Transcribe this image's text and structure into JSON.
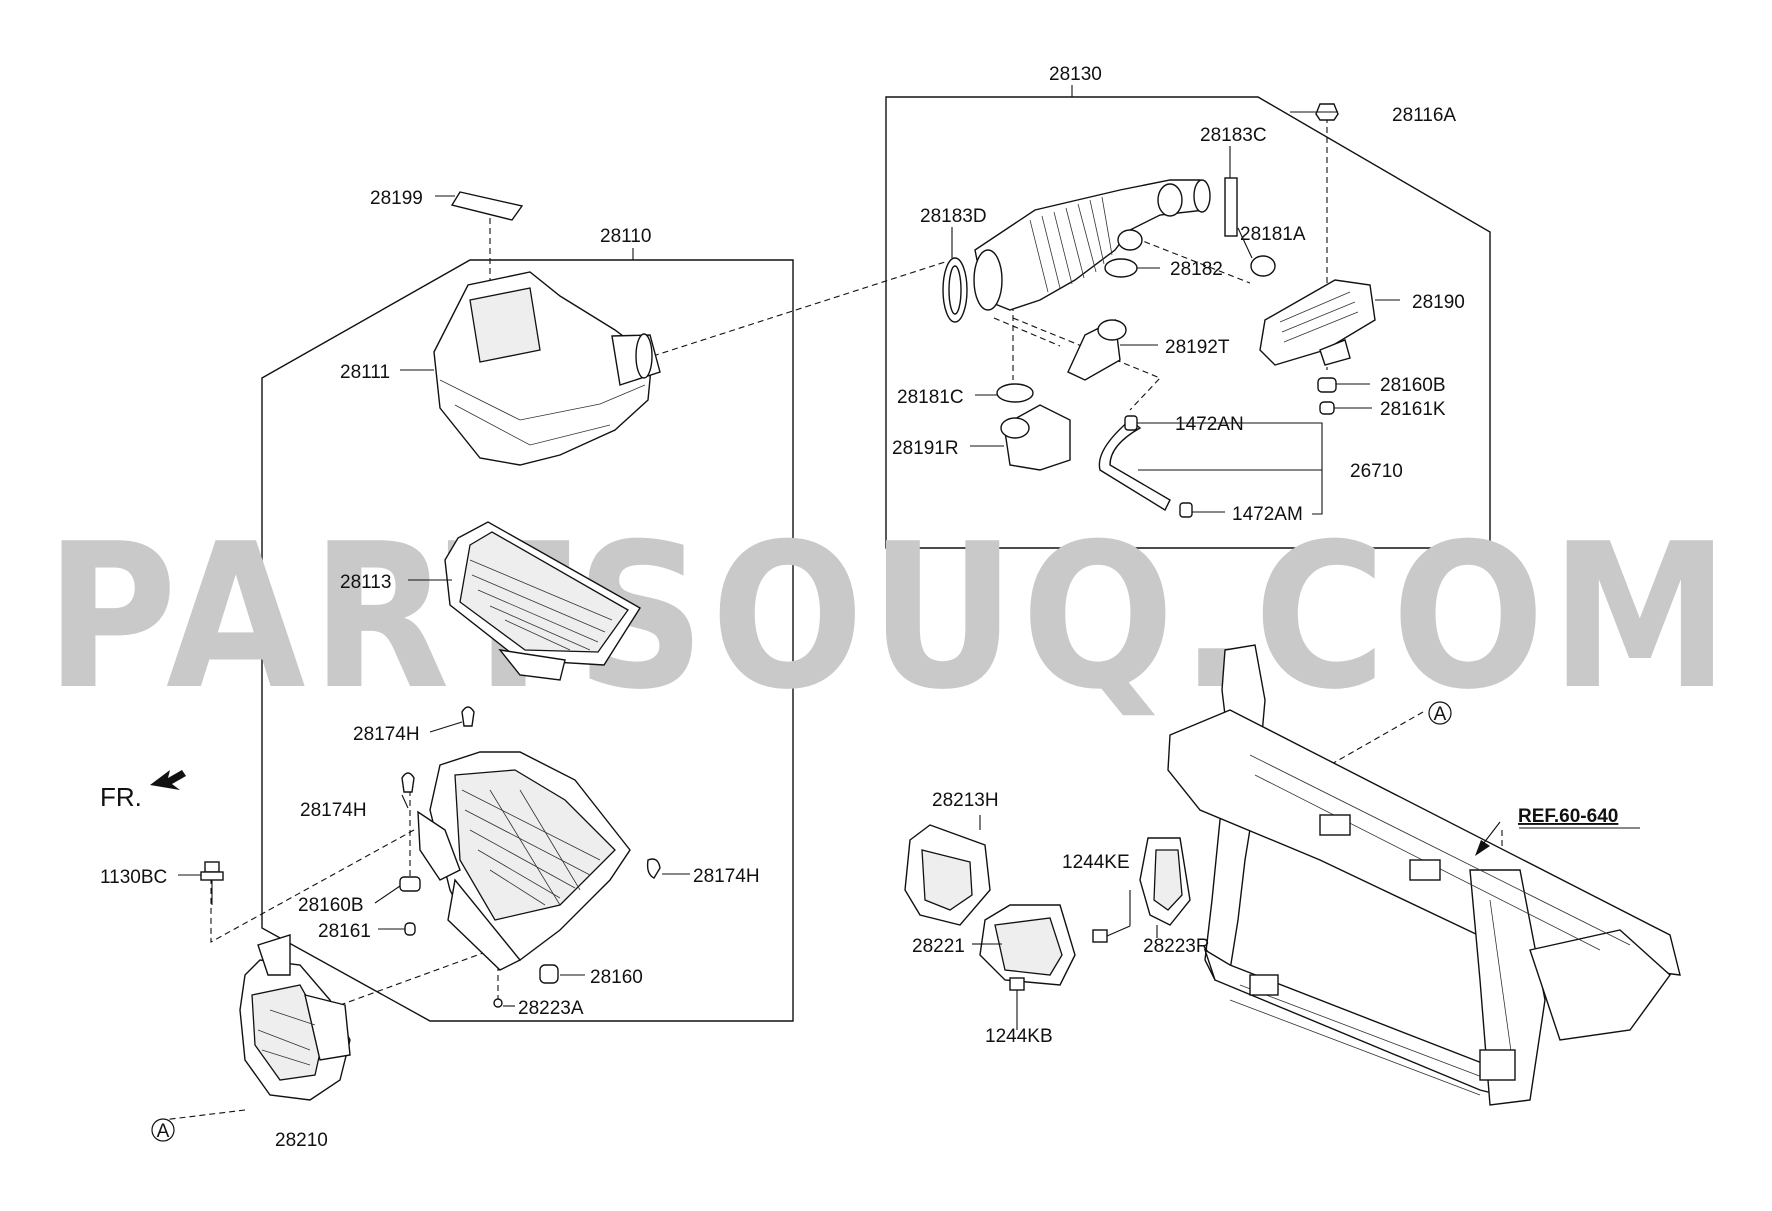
{
  "watermark": "PARTSOUQ.COM",
  "direction_label": "FR.",
  "reference_label": "REF.60-640",
  "callout_marker": "A",
  "part_labels": {
    "p28130": "28130",
    "p28116A": "28116A",
    "p28183C": "28183C",
    "p28183D": "28183D",
    "p28181A": "28181A",
    "p28182": "28182",
    "p28190": "28190",
    "p28192T": "28192T",
    "p28160B_top": "28160B",
    "p28161K": "28161K",
    "p28181C": "28181C",
    "p1472AN": "1472AN",
    "p28191R": "28191R",
    "p26710": "26710",
    "p1472AM": "1472AM",
    "p28199": "28199",
    "p28110": "28110",
    "p28111": "28111",
    "p28113": "28113",
    "p28174H_a": "28174H",
    "p28174H_b": "28174H",
    "p28174H_c": "28174H",
    "p1130BC": "1130BC",
    "p28160B": "28160B",
    "p28161": "28161",
    "p28160": "28160",
    "p28223A": "28223A",
    "p28210": "28210",
    "p28213H": "28213H",
    "p1244KE": "1244KE",
    "p28221": "28221",
    "p28223R": "28223R",
    "p1244KB": "1244KB"
  }
}
